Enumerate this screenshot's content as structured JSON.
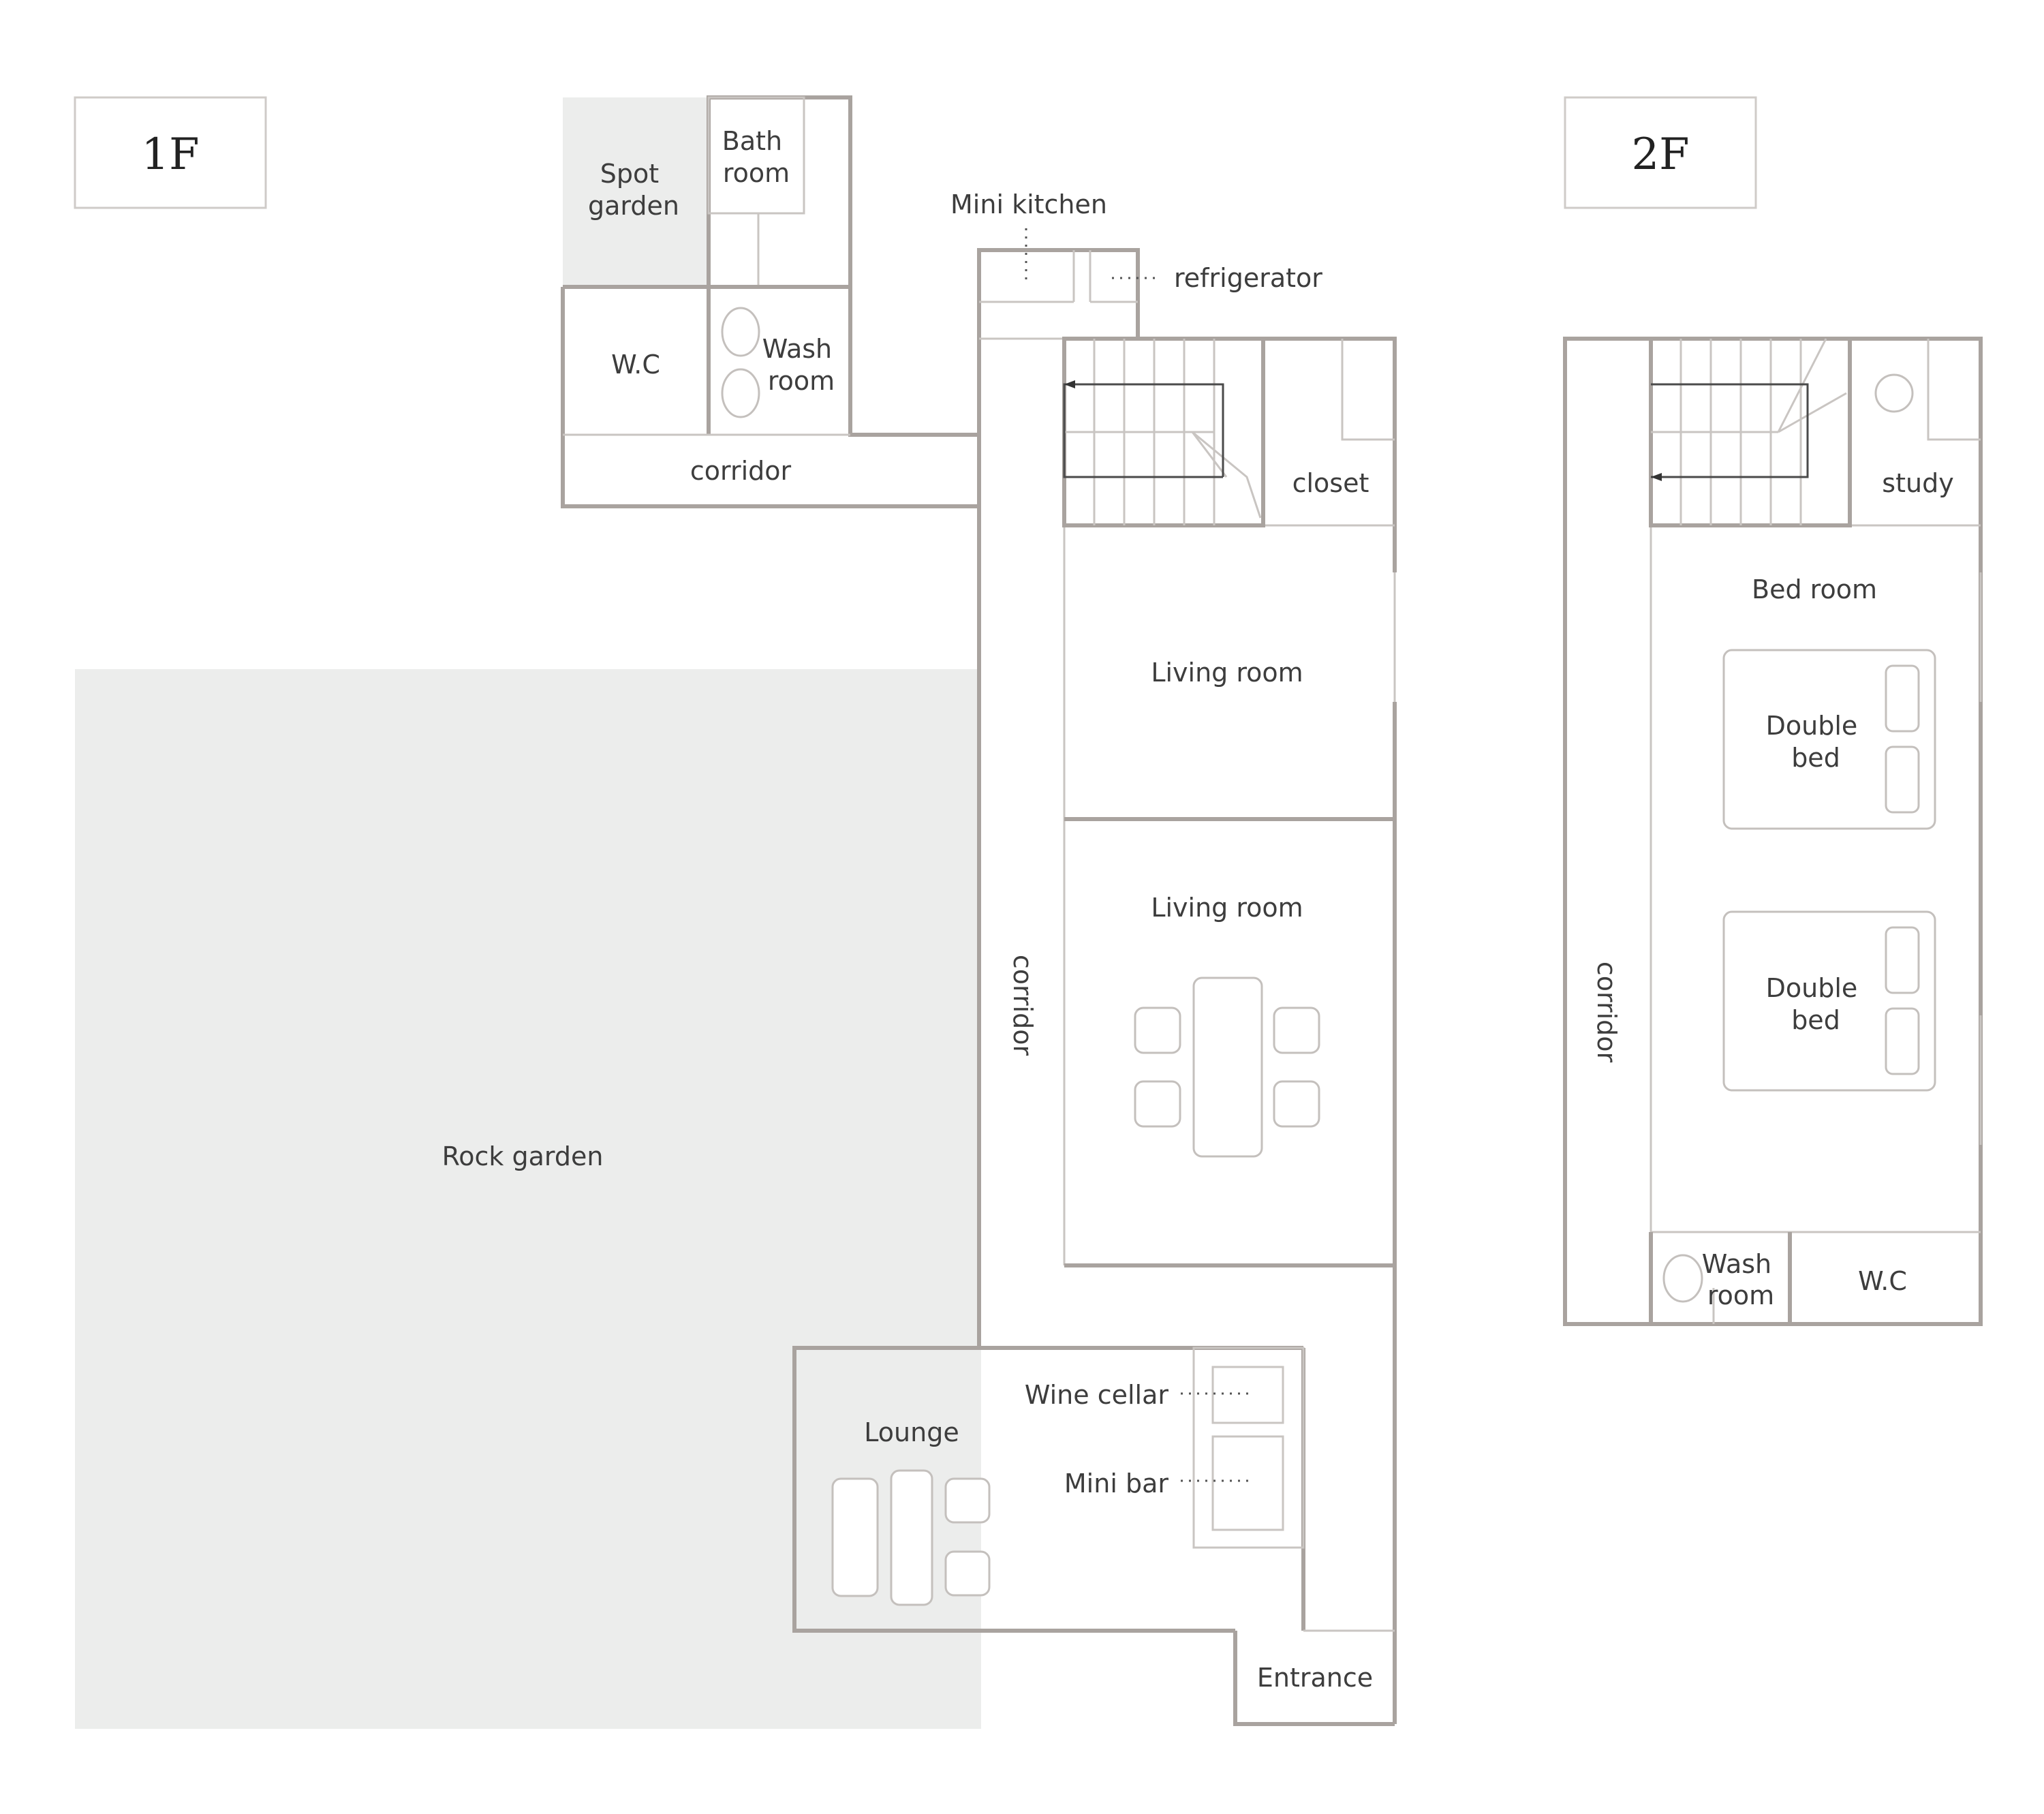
{
  "floors": {
    "first": "1F",
    "second": "2F"
  },
  "first_floor": {
    "spot_garden": [
      "Spot",
      "garden"
    ],
    "bath_room": [
      "Bath",
      "room"
    ],
    "wc": "W.C",
    "wash_room": [
      "Wash",
      "room"
    ],
    "corridor_top": "corridor",
    "mini_kitchen": "Mini kitchen",
    "refrigerator": "refrigerator",
    "closet": "closet",
    "living_room_1": "Living room",
    "living_room_2": "Living room",
    "corridor_vertical": "corridor",
    "rock_garden": "Rock garden",
    "lounge": "Lounge",
    "wine_cellar": "Wine cellar",
    "mini_bar": "Mini bar",
    "entrance": "Entrance"
  },
  "second_floor": {
    "study": "study",
    "bed_room": "Bed room",
    "double_bed_1": [
      "Double",
      "bed"
    ],
    "double_bed_2": [
      "Double",
      "bed"
    ],
    "corridor": "corridor",
    "wash_room": [
      "Wash",
      "room"
    ],
    "wc": "W.C"
  }
}
